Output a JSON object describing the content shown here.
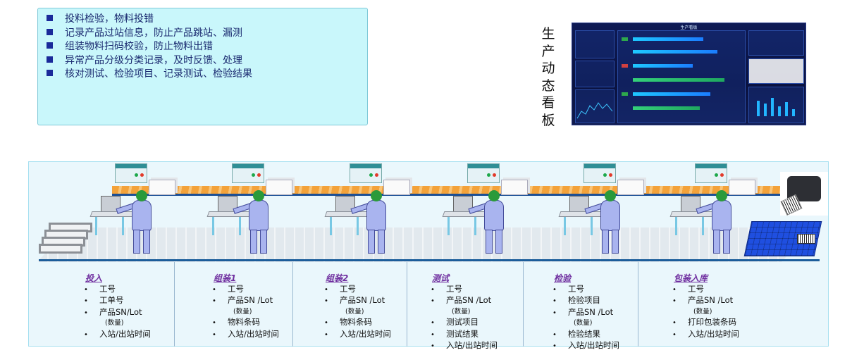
{
  "info_box": {
    "items": [
      "投料检验，物料投错",
      "记录产品过站信息，防止产品跳站、漏测",
      "组装物料扫码校验，防止物料出错",
      "异常产品分级分类记录，及时反馈、处理",
      "核对测试、检验项目、记录测试、检验结果"
    ]
  },
  "vertical_title": [
    "生",
    "产",
    "动",
    "态",
    "看",
    "板"
  ],
  "dashboard": {
    "title": "生产看板"
  },
  "stages": [
    {
      "title": "投入",
      "items": [
        "工号",
        "工单号",
        "产品SN/Lot",
        "(数量)",
        "入站/出站时间"
      ]
    },
    {
      "title": "组装1",
      "items": [
        "工号",
        "产品SN /Lot",
        "(数量)",
        "物料条码",
        "入站/出站时间"
      ]
    },
    {
      "title": "组装2",
      "items": [
        "工号",
        "产品SN /Lot",
        "(数量)",
        "物料条码",
        "入站/出站时间"
      ]
    },
    {
      "title": "测试",
      "items": [
        "工号",
        "产品SN /Lot",
        "(数量)",
        "测试项目",
        "测试结果",
        "入站/出站时间"
      ]
    },
    {
      "title": "检验",
      "items": [
        "工号",
        "检验项目",
        "产品SN /Lot",
        "(数量)",
        "检验结果",
        "入站/出站时间"
      ]
    },
    {
      "title": "包装入库",
      "items": [
        "工号",
        "产品SN /Lot",
        "(数量)",
        "打印包装条码",
        "入站/出站时间"
      ]
    }
  ],
  "colors": {
    "stage_title": "#7030a0",
    "info_bg": "#c9f7fb",
    "conveyor": "#f3a23a",
    "worker": "#a9b4ef"
  }
}
